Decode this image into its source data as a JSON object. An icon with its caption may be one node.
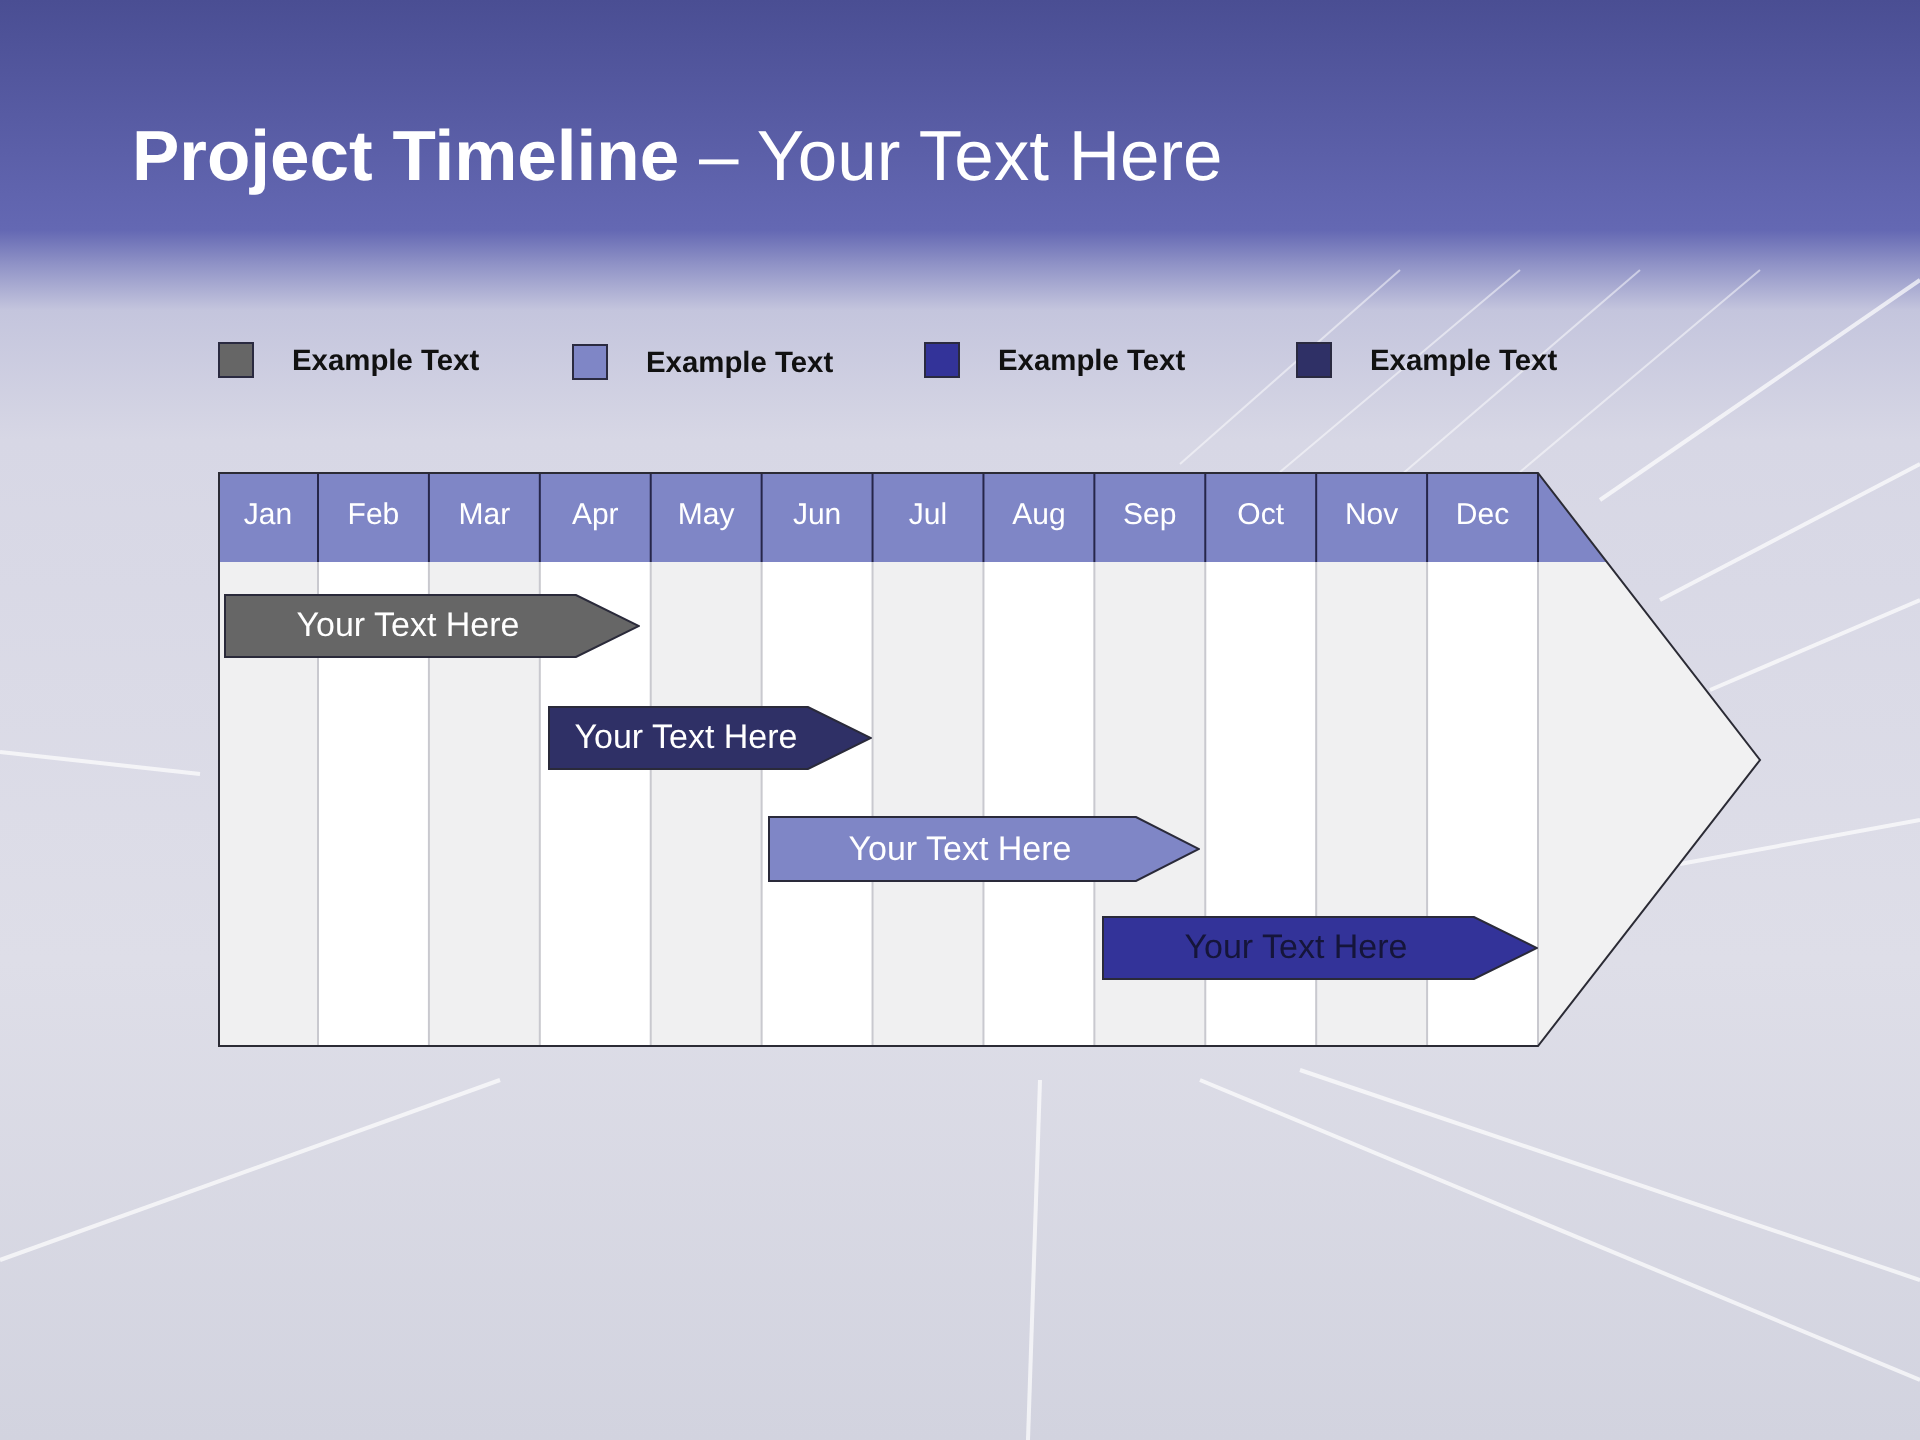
{
  "diagram": {
    "title": "**Project Timeline** – Your Text Here",
    "nodes": [
      {
        "text": [
          "Jan",
          "Feb",
          "Mar",
          "Apr",
          "May",
          "Jun",
          "Jul",
          "Aug",
          "Sep",
          "Oct",
          "Nov",
          "Dec"
        ]
      },
      {
        "text": [
          "Your Text Here"
        ],
        "in": 0
      },
      {
        "text": [
          "Your Text Here"
        ],
        "in": 0
      },
      {
        "text": [
          "Your Text Here"
        ],
        "in": 0
      },
      {
        "text": [
          "Your Text Here"
        ],
        "in": 0
      }
    ],
    "legend": [
      {
        "text": "Example Text",
        "color": "#666666"
      },
      {
        "text": "Example Text",
        "color": "#7f86c6"
      },
      {
        "text": "Example Text",
        "color": "#333399"
      },
      {
        "text": "Example Text",
        "color": "#2f3066"
      }
    ]
  }
}
